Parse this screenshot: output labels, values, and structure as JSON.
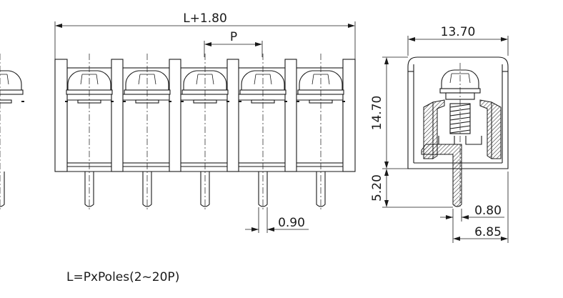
{
  "dimensions": {
    "overall_length": "L+1.80",
    "pitch": "P",
    "pin_diameter": "0.90",
    "body_width": "13.70",
    "body_height": "14.70",
    "pin_length": "5.20",
    "pin_width": "0.80",
    "pin_offset": "6.85"
  },
  "note": "L=PxPoles(2~20P)",
  "front_view": {
    "poles": 5
  }
}
